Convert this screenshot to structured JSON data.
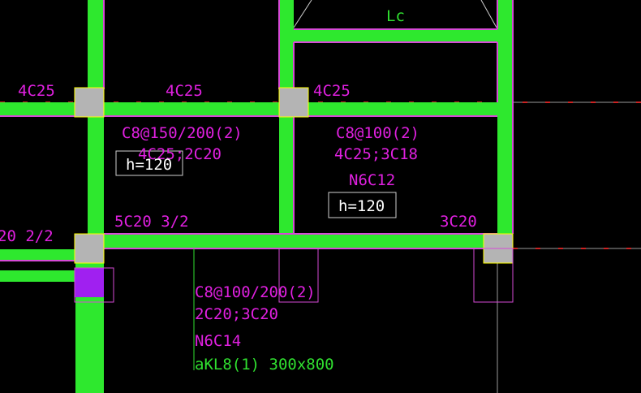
{
  "colors": {
    "background": "#000000",
    "beam_fill": "#2ee82e",
    "beam_edge": "#d64ad6",
    "column_fill": "#b4b4b4",
    "column_edge": "#ffff00",
    "annotation": "#e020e0",
    "highlight": "#30e030",
    "slab_label": "#ffffff",
    "selected_column": "#a020f0",
    "axis_dash": "#cc2222"
  },
  "labels": {
    "top_left_beam": "4C25",
    "top_middle_beam": "4C25",
    "top_right_beam": "4C25",
    "left_stirrup": "C8@150/200(2)",
    "left_bars": "4C25;2C20",
    "right_stirrup": "C8@100(2)",
    "right_bars": "4C25;3C18",
    "right_torsion": "N6C12",
    "slab_thickness_left": "h=120",
    "slab_thickness_right": "h=120",
    "bottom_left_beam": "5C20 3/2",
    "bottom_far_left": "20 2/2",
    "bottom_right_beam": "3C20",
    "beam_stirrup": "C8@100/200(2)",
    "beam_bars": "2C20;3C20",
    "beam_torsion": "N6C14",
    "beam_name": "aKL8(1) 300x800",
    "top_block": "Lc"
  }
}
